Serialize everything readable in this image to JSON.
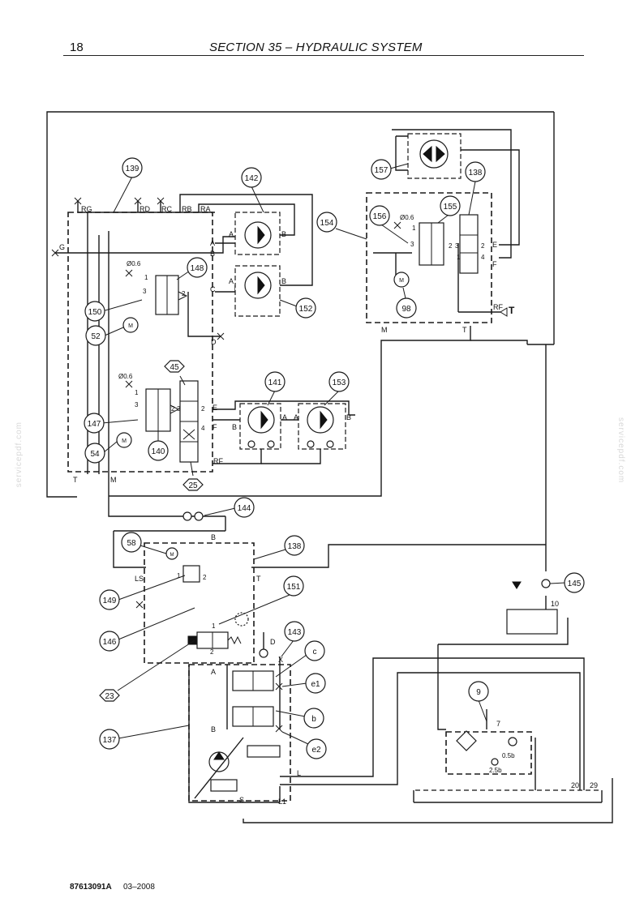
{
  "header": {
    "page_number": "18",
    "section_title": "SECTION 35 – HYDRAULIC SYSTEM"
  },
  "footer": {
    "doc_number": "87613091A",
    "date": "03–2008"
  },
  "watermark": "servicepdf.com",
  "callouts": {
    "c139": "139",
    "c142": "142",
    "c148": "148",
    "c150": "150",
    "c52": "52",
    "c152": "152",
    "c45": "45",
    "c141": "141",
    "c153": "153",
    "c147": "147",
    "c140": "140",
    "c54": "54",
    "c25": "25",
    "c157": "157",
    "c138a": "138",
    "c154": "154",
    "c156": "156",
    "c155": "155",
    "c98": "98",
    "c144": "144",
    "c58": "58",
    "c138b": "138",
    "c149": "149",
    "c151": "151",
    "c146": "146",
    "c143": "143",
    "c23": "23",
    "cc": "c",
    "ce1": "e1",
    "cb": "b",
    "c137": "137",
    "ce2": "e2",
    "c145": "145",
    "c9": "9"
  },
  "labels": {
    "RG": "RG",
    "RD": "RD",
    "RC": "RC",
    "RB": "RB",
    "RA": "RA",
    "G": "G",
    "A": "A",
    "B": "B",
    "C": "C",
    "D": "D",
    "E": "E",
    "F": "F",
    "RF": "RF",
    "T": "T",
    "M": "M",
    "LS": "LS",
    "X": "X",
    "L": "L",
    "L1": "L1",
    "S": "S",
    "d06": "Ø0.6",
    "n1": "1",
    "n2": "2",
    "n3": "3",
    "n4": "4",
    "n7": "7",
    "n10": "10",
    "n20": "20",
    "n29": "29",
    "p05": "0.5b",
    "p25": "2.5b",
    "M_sym": "M"
  }
}
